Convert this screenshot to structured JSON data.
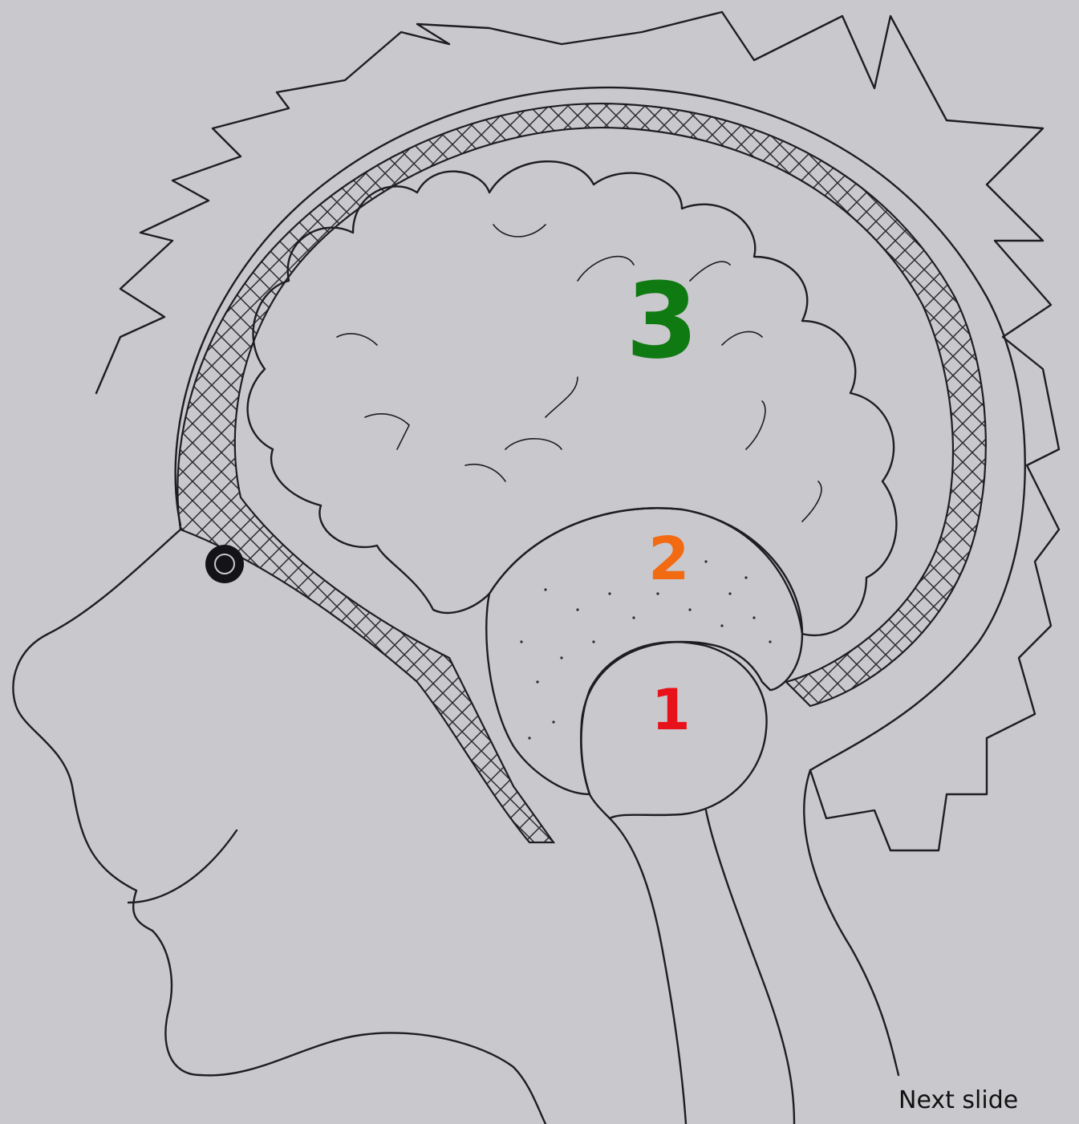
{
  "labels": {
    "one": {
      "text": "1",
      "color": "#e8121b"
    },
    "two": {
      "text": "2",
      "color": "#f26a12"
    },
    "three": {
      "text": "3",
      "color": "#0f7a12"
    }
  },
  "navigation": {
    "next_label": "Next slide"
  },
  "colors": {
    "background": "#c9c8cc",
    "ink": "#1e1e22"
  }
}
